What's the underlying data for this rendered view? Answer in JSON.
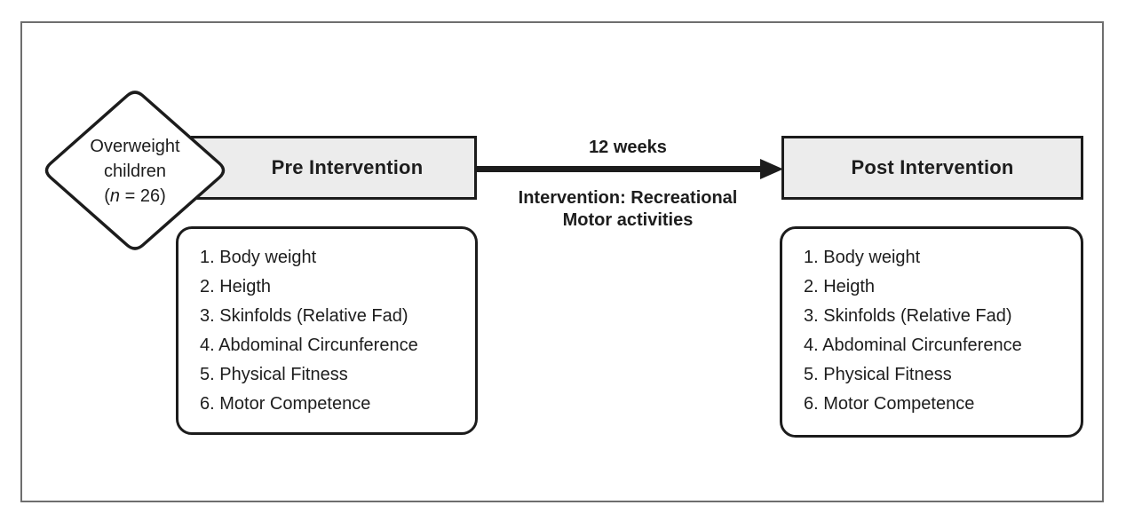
{
  "diamond": {
    "line1": "Overweight",
    "line2": "children",
    "n_prefix": "(",
    "n_italic": "n",
    "n_suffix": " = 26)"
  },
  "pre_box": {
    "label": "Pre Intervention"
  },
  "post_box": {
    "label": "Post Intervention"
  },
  "arrow": {
    "duration_label": "12 weeks",
    "intervention_line1": "Intervention: Recreational",
    "intervention_line2": "Motor activities"
  },
  "lists": {
    "pre": {
      "items": [
        "1. Body weight",
        "2. Heigth",
        "3. Skinfolds (Relative Fad)",
        "4. Abdominal Circunference",
        "5. Physical Fitness",
        "6. Motor Competence"
      ]
    },
    "post": {
      "items": [
        "1. Body weight",
        "2. Heigth",
        "3. Skinfolds (Relative Fad)",
        "4. Abdominal Circunference",
        "5. Physical Fitness",
        "6. Motor Competence"
      ]
    }
  },
  "colors": {
    "box_fill": "#ececec",
    "stroke": "#1c1c1c",
    "frame_border": "#6e6e6e",
    "text": "#1d1d1d"
  }
}
